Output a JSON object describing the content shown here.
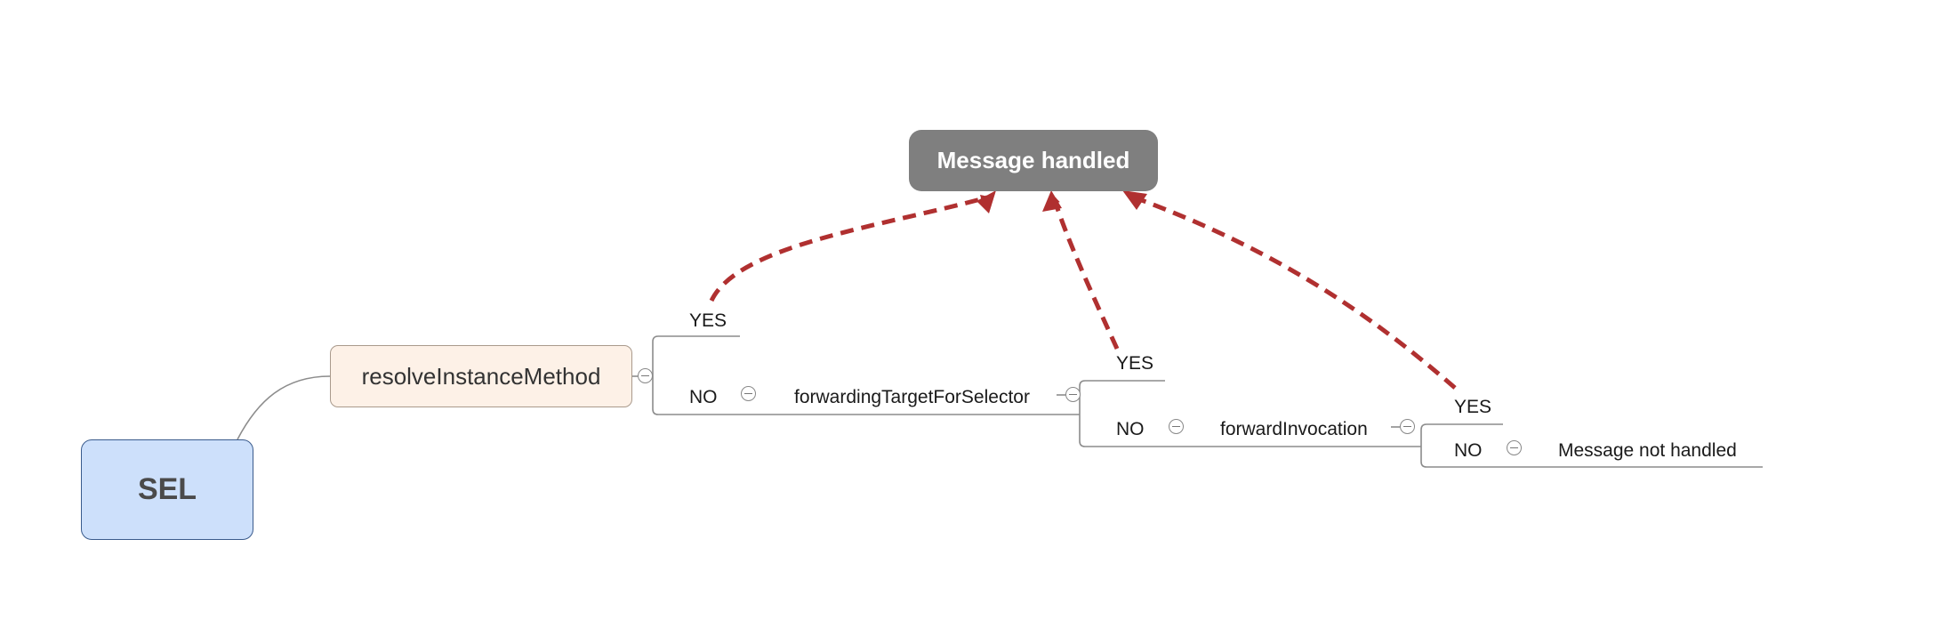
{
  "nodes": {
    "sel": "SEL",
    "resolve": "resolveInstanceMethod",
    "handled": "Message handled",
    "forwarding_target": "forwardingTargetForSelector",
    "forward_invocation": "forwardInvocation",
    "not_handled": "Message not handled"
  },
  "branches": {
    "yes": "YES",
    "no": "NO"
  },
  "colors": {
    "arrow": "#b03030",
    "connector": "#8c8c8c",
    "sel_fill": "#cde0fb",
    "resolve_fill": "#fdf1e7",
    "handled_fill": "#7f7f7f"
  },
  "icons": [
    "collapse-icon"
  ]
}
